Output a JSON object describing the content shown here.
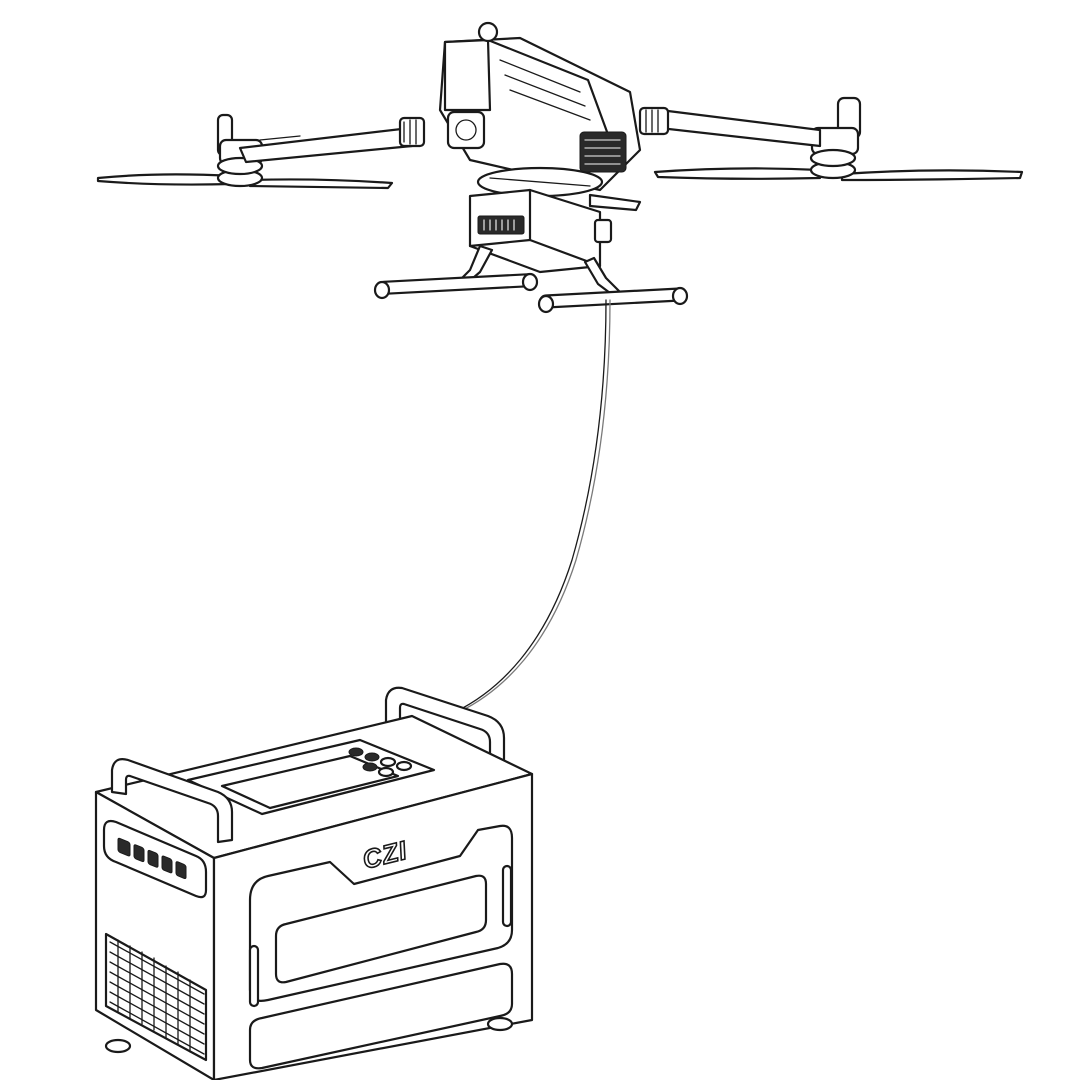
{
  "illustration": {
    "logo_text": "CZI",
    "components": {
      "drone": "quadcopter-drone",
      "tether": "tether-cable",
      "ground_unit": "tether-power-station"
    },
    "style": {
      "line_color": "#1a1a1a",
      "background_color": "#ffffff"
    }
  }
}
